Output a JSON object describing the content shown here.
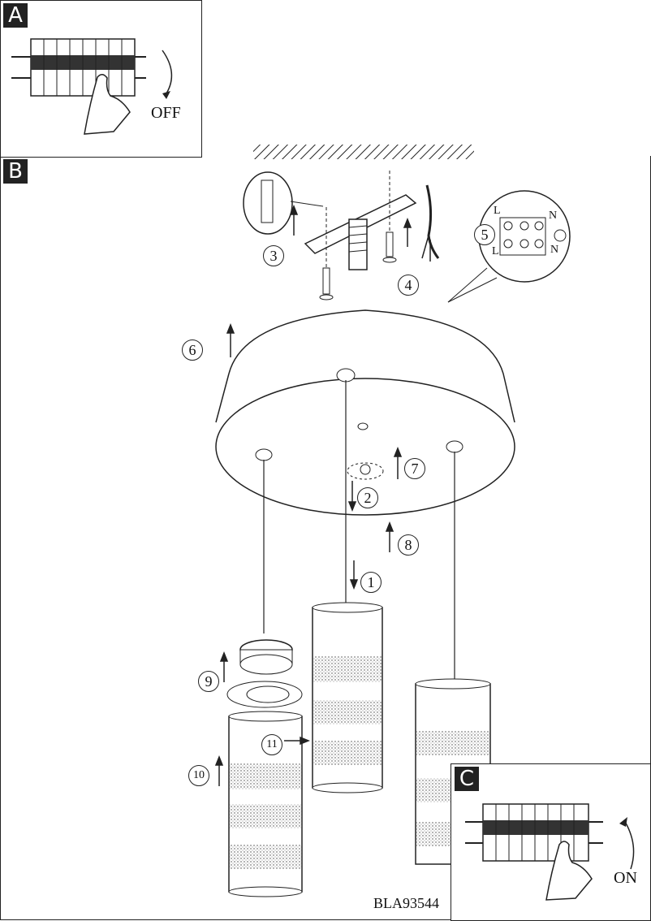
{
  "panels": {
    "a": {
      "tag": "A",
      "state": "OFF"
    },
    "b": {
      "tag": "B"
    },
    "c": {
      "tag": "C",
      "state": "ON"
    }
  },
  "steps": [
    "1",
    "2",
    "3",
    "4",
    "5",
    "6",
    "7",
    "8",
    "9",
    "10",
    "11"
  ],
  "wiring": {
    "labels": [
      "L",
      "N",
      "L",
      "N"
    ]
  },
  "model": "BLA93544"
}
